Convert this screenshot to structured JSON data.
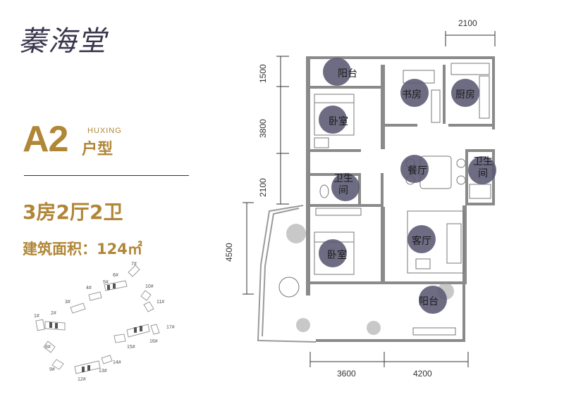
{
  "brand": {
    "logo_text": "蓁海堂"
  },
  "unit": {
    "model": "A2",
    "huxing_en": "HUXING",
    "huxing_cn": "户型",
    "layout": "3房2厅2卫",
    "area_label": "建筑面积：124㎡"
  },
  "site_plan": {
    "buildings": [
      "1#",
      "2#",
      "3#",
      "4#",
      "5#",
      "6#",
      "7#",
      "8#",
      "9#",
      "10#",
      "11#",
      "12#",
      "13#",
      "14#",
      "15#",
      "16#",
      "17#"
    ]
  },
  "dimensions": {
    "top": "2100",
    "left_1": "1500",
    "left_2": "3800",
    "left_3": "2100",
    "left_4": "4500",
    "bottom_1": "3600",
    "bottom_2": "4200"
  },
  "rooms": {
    "balcony_top": "阳台",
    "study": "书房",
    "kitchen": "厨房",
    "bedroom_1": "卧室",
    "dining": "餐厅",
    "bath_right": "卫生间",
    "bath_left": "卫生间",
    "living": "客厅",
    "bedroom_2": "卧室",
    "balcony_bottom": "阳台"
  },
  "colors": {
    "accent": "#b08637",
    "logo": "#39364d",
    "room_marker": "#5a5872",
    "wall": "#8a8a8a"
  }
}
